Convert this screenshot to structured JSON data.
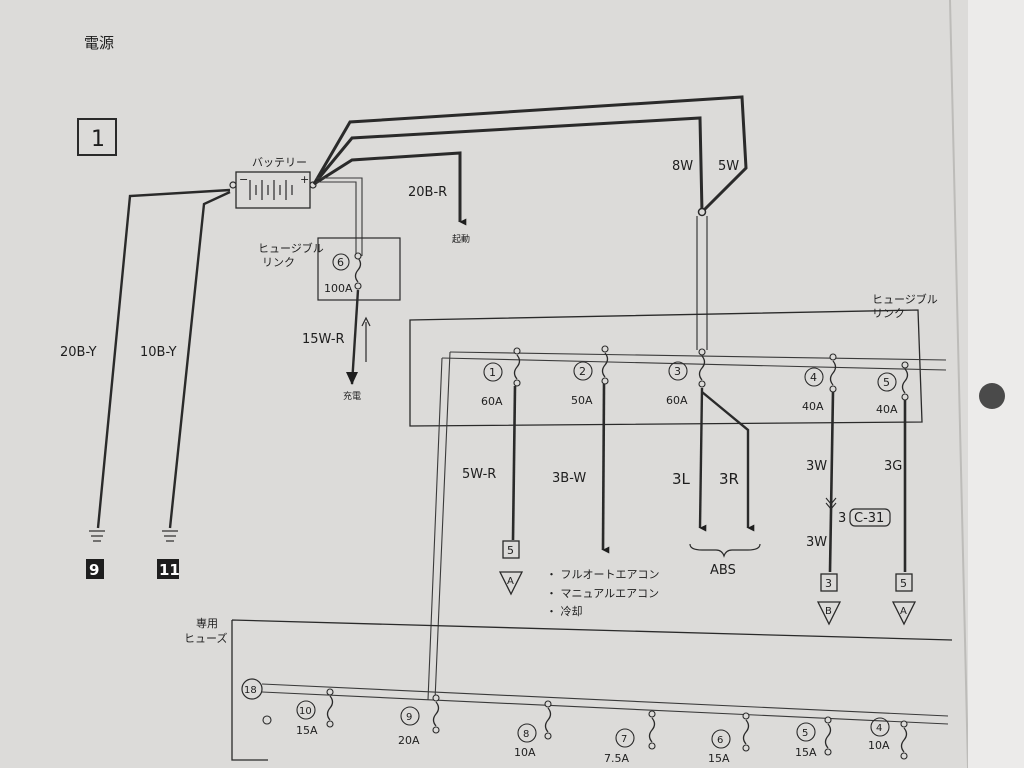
{
  "page": {
    "title": "電源",
    "section_number": "1"
  },
  "battery": {
    "label": "バッテリー",
    "minus": "−",
    "plus": "+"
  },
  "fusible_link_main": {
    "label_line1": "ヒュージブル",
    "label_line2": "リンク",
    "number": "6",
    "rating": "100A"
  },
  "wires": {
    "w_20b_r": "20B-R",
    "w_20b_y": "20B-Y",
    "w_10b_y": "10B-Y",
    "w_15w_r": "15W-R",
    "w_8w": "8W",
    "w_5w": "5W"
  },
  "destinations": {
    "starter": "起動",
    "charging": "充電"
  },
  "grounds": {
    "g9": "9",
    "g11": "11"
  },
  "fusible_link_box": {
    "label_line1": "ヒュージブル",
    "label_line2": "リンク",
    "links": [
      {
        "number": "1",
        "rating": "60A",
        "wire": "5W-R"
      },
      {
        "number": "2",
        "rating": "50A",
        "wire": "3B-W"
      },
      {
        "number": "3",
        "rating": "60A",
        "wire_left": "3L",
        "wire_right": "3R"
      },
      {
        "number": "4",
        "rating": "40A",
        "wire": "3W"
      },
      {
        "number": "5",
        "rating": "40A",
        "wire": "3G"
      }
    ]
  },
  "connectors": {
    "c1_box": "5",
    "c1_tri": "A",
    "abs_label": "ABS",
    "c31_pin": "3",
    "c31_name": "C-31",
    "c31_wire_after": "3W",
    "c4_box": "3",
    "c4_tri": "B",
    "c5_box": "5",
    "c5_tri": "A"
  },
  "aircon_notes": [
    "・ フルオートエアコン",
    "・ マニュアルエアコン",
    "・ 冷却"
  ],
  "dedicated_fuse_box": {
    "label_line1": "専用",
    "label_line2": "ヒューズ",
    "bus_number": "18",
    "fuses": [
      {
        "number": "10",
        "rating": "15A"
      },
      {
        "number": "9",
        "rating": "20A"
      },
      {
        "number": "8",
        "rating": "10A"
      },
      {
        "number": "7",
        "rating": "7.5A"
      },
      {
        "number": "6",
        "rating": "15A"
      },
      {
        "number": "5",
        "rating": "15A"
      },
      {
        "number": "4",
        "rating": "10A"
      }
    ]
  }
}
